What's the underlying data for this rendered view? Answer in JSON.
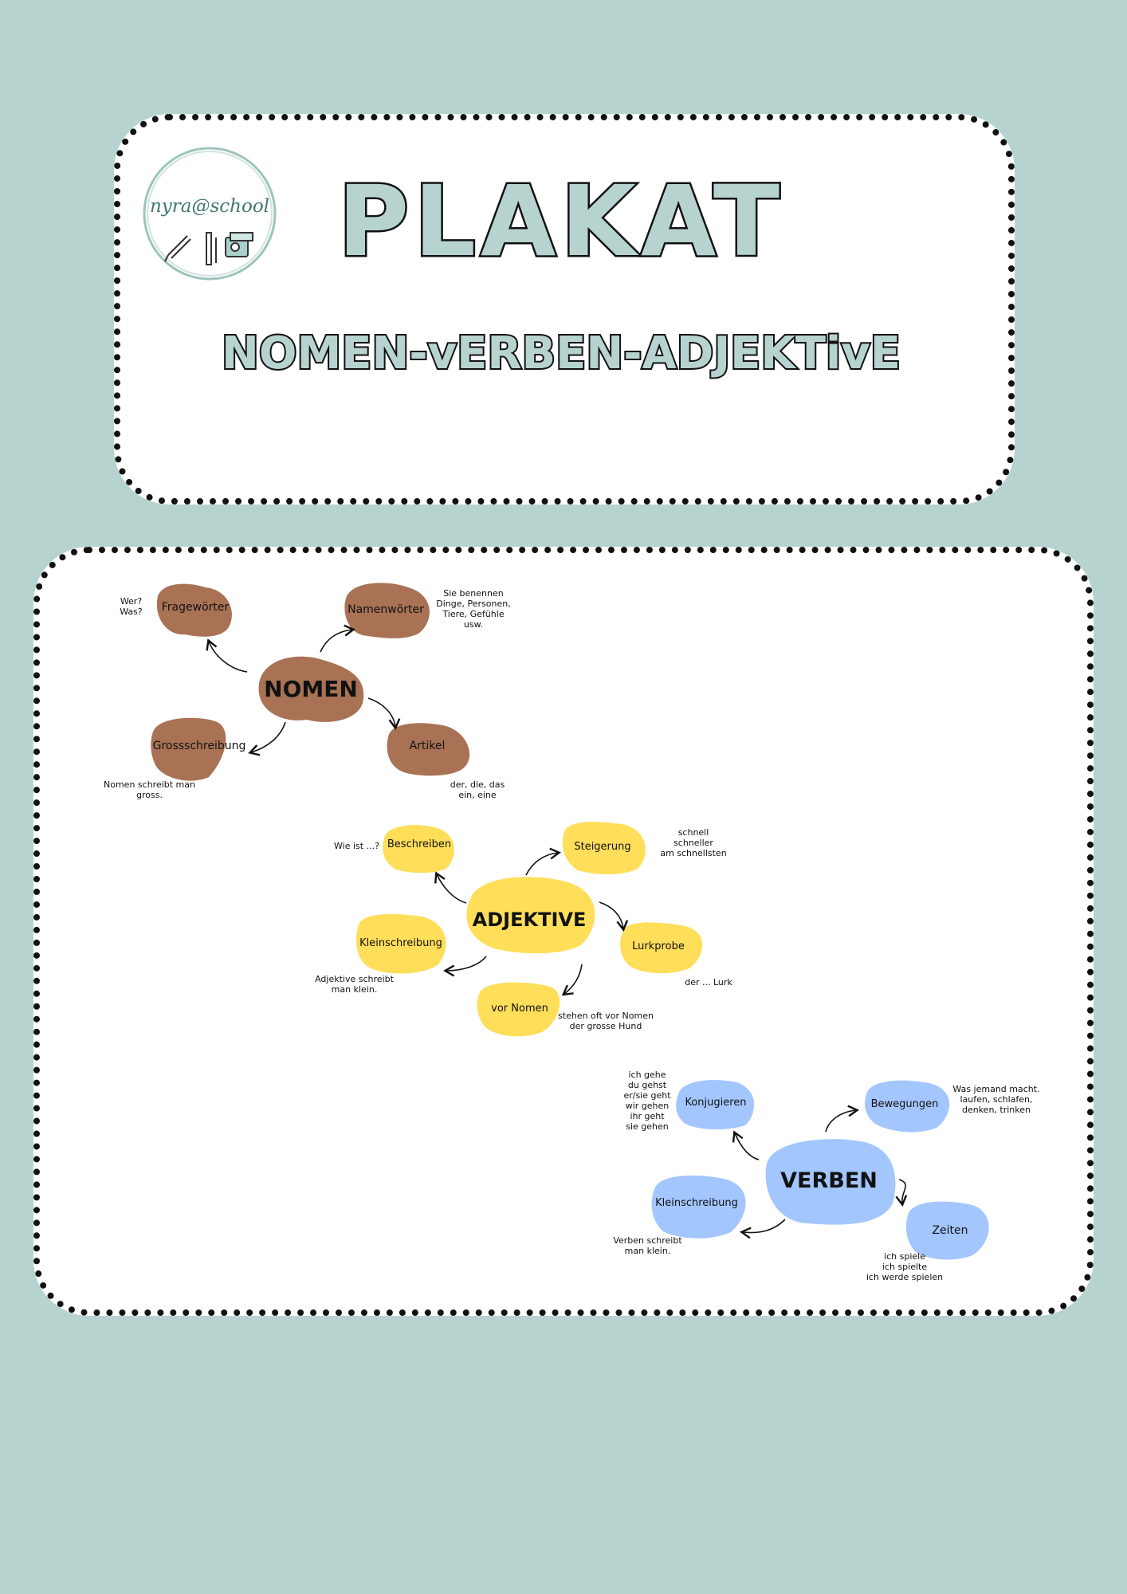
{
  "colors": {
    "background": "#b7d3cf",
    "title_fill": "#b7d3cf",
    "nomen": "#a97255",
    "adjektive": "#ffde5a",
    "verben": "#a3c6ff"
  },
  "logo": {
    "text": "nyra@school",
    "icons": [
      "pencil-icon",
      "pen-icon",
      "sharpener-icon"
    ]
  },
  "title": "PLAKAT",
  "subtitle": "NOMEN-vERBEN-ADJEKTivE",
  "nomen": {
    "hub": "NOMEN",
    "fragewoerter": "Fragewörter",
    "fragewoerter_note": "Wer?\nWas?",
    "namenwoerter": "Namenwörter",
    "namenwoerter_note": "Sie benennen\nDinge, Personen,\nTiere, Gefühle\nusw.",
    "grossschreibung": "Grossschreibung",
    "grossschreibung_note": "Nomen schreibt man\ngross.",
    "artikel": "Artikel",
    "artikel_note": "der, die, das\nein, eine"
  },
  "adjektive": {
    "hub": "ADJEKTIVE",
    "beschreiben": "Beschreiben",
    "beschreiben_note": "Wie ist ...?",
    "steigerung": "Steigerung",
    "steigerung_note": "schnell\nschneller\nam schnellsten",
    "kleinschreibung": "Kleinschreibung",
    "kleinschreibung_note": "Adjektive schreibt\nman klein.",
    "lurkprobe": "Lurkprobe",
    "lurkprobe_note": "der ... Lurk",
    "vor_nomen": "vor Nomen",
    "vor_nomen_note": "stehen oft vor Nomen\nder grosse Hund"
  },
  "verben": {
    "hub": "VERBEN",
    "konjugieren": "Konjugieren",
    "konjugieren_note": "ich gehe\ndu gehst\ner/sie geht\nwir gehen\nihr geht\nsie gehen",
    "bewegungen": "Bewegungen",
    "bewegungen_note": "Was jemand macht.\nlaufen, schlafen,\ndenken, trinken",
    "kleinschreibung": "Kleinschreibung",
    "kleinschreibung_note": "Verben schreibt\nman klein.",
    "zeiten": "Zeiten",
    "zeiten_note": "ich spiele\nich spielte\nich werde spielen"
  }
}
